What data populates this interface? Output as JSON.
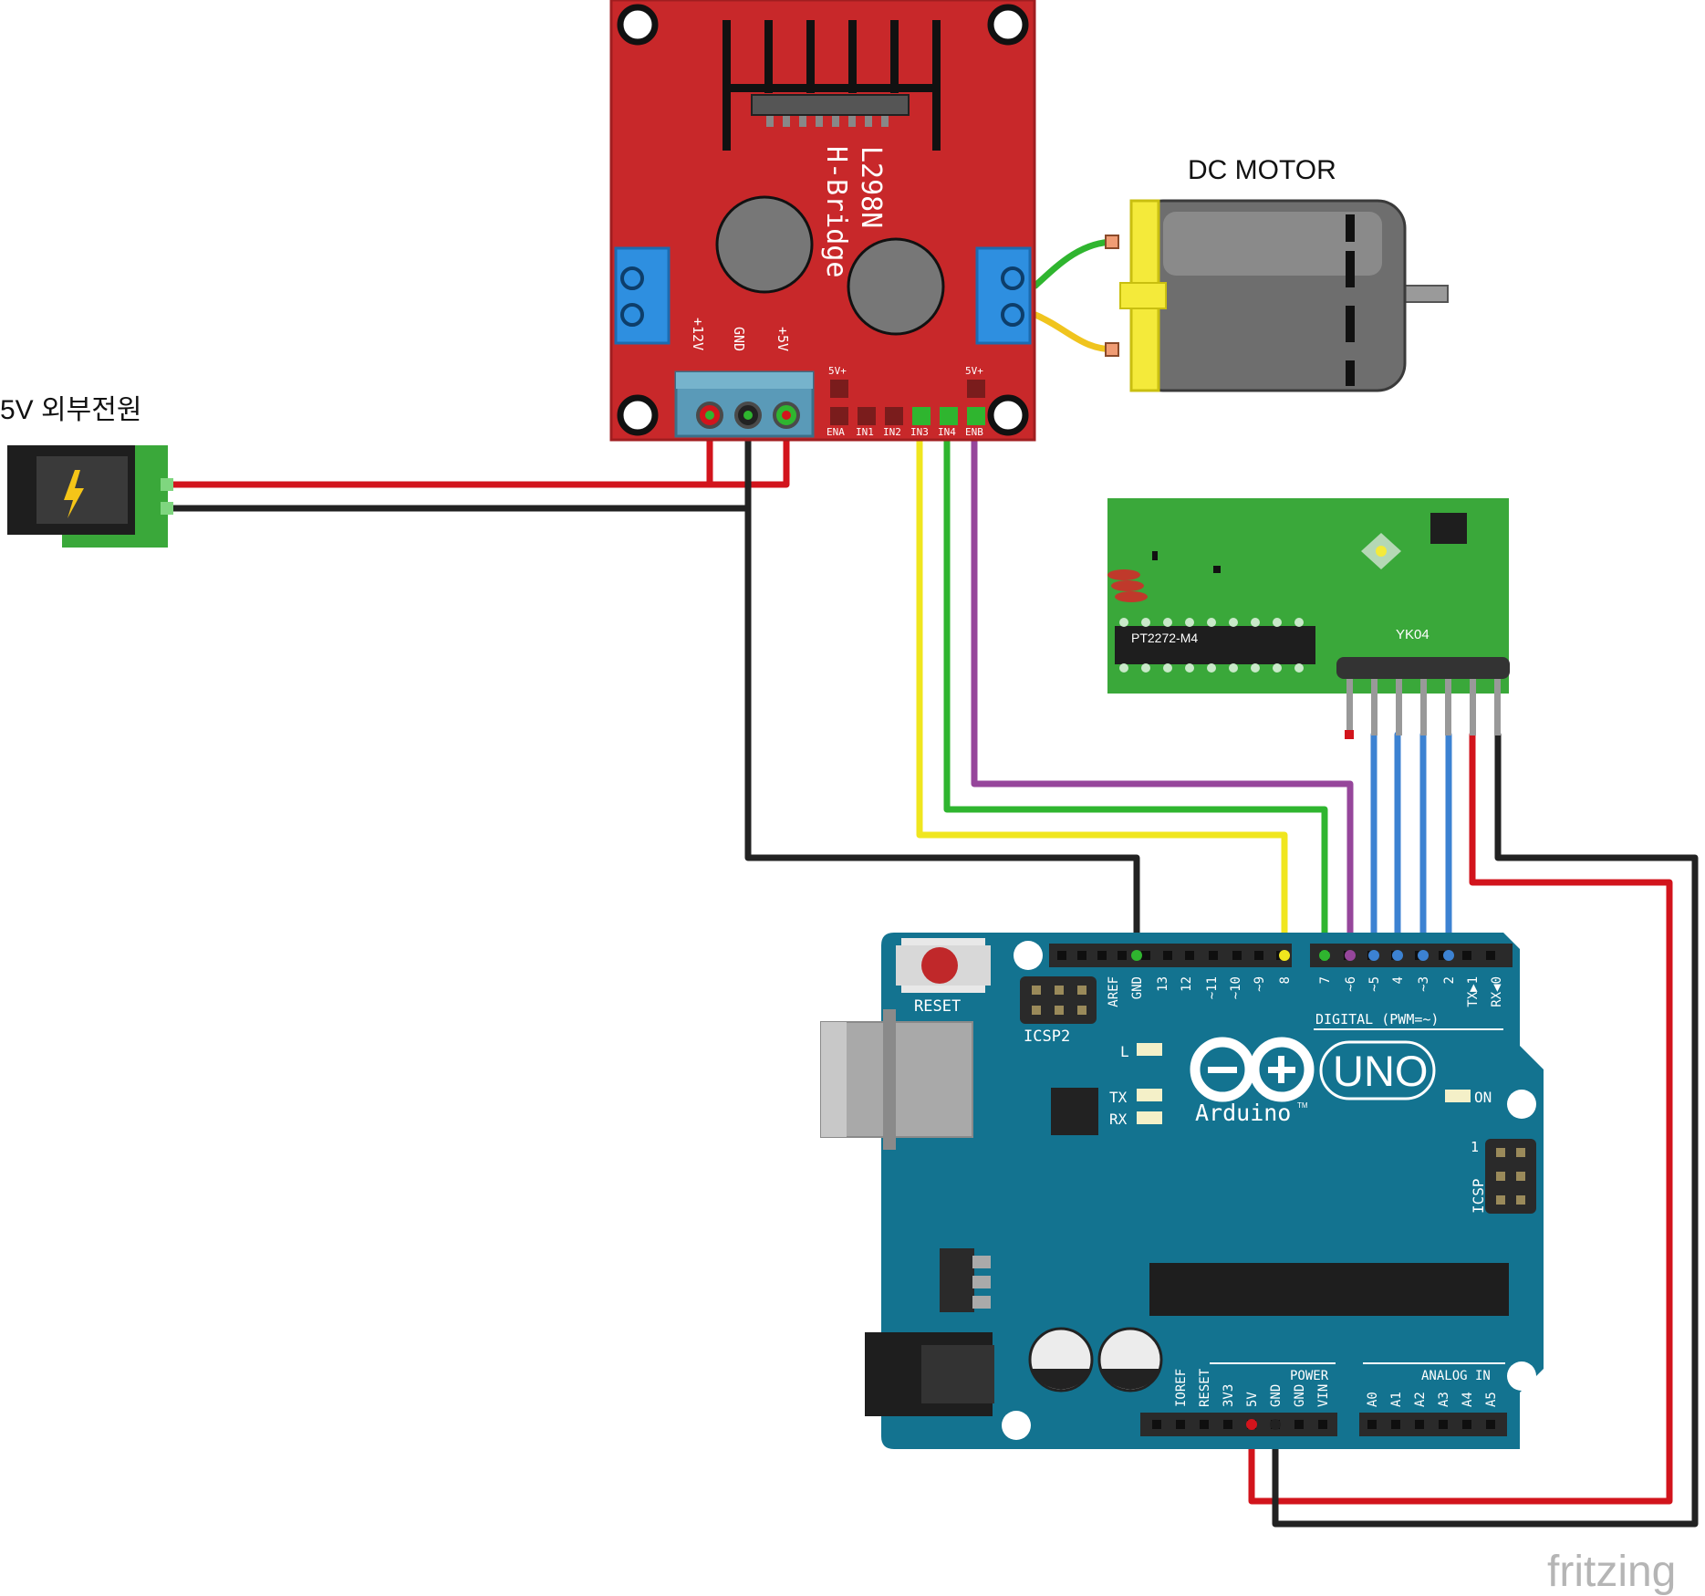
{
  "labels": {
    "power_source": "5V 외부전원",
    "motor": "DC MOTOR",
    "hbridge_model": "L298N",
    "hbridge_name": "H-Bridge",
    "hbridge_12v": "+12V",
    "hbridge_gnd": "GND",
    "hbridge_5v": "+5V",
    "hbridge_5v_left": "5V+",
    "hbridge_5v_right": "5V+",
    "hbridge_ena": "ENA",
    "hbridge_in1": "IN1",
    "hbridge_in2": "IN2",
    "hbridge_in3": "IN3",
    "hbridge_in4": "IN4",
    "hbridge_enb": "ENB",
    "receiver_chip": "PT2272-M4",
    "receiver_model": "YK04",
    "arduino_reset": "RESET",
    "arduino_icsp2": "ICSP2",
    "arduino_digital": "DIGITAL (PWM=~)",
    "arduino_l": "L",
    "arduino_tx": "TX",
    "arduino_rx": "RX",
    "arduino_on": "ON",
    "arduino_uno": "UNO",
    "arduino_brand": "Arduino",
    "arduino_tm": "TM",
    "arduino_icsp": "ICSP",
    "arduino_icsp_pin1": "1",
    "arduino_power": "POWER",
    "arduino_analog": "ANALOG IN",
    "fritzing": "fritzing"
  },
  "digital_pins": [
    "AREF",
    "GND",
    "13",
    "12",
    "~11",
    "~10",
    "~9",
    "8",
    "7",
    "~6",
    "~5",
    "4",
    "~3",
    "2",
    "TX▶1",
    "RX◀0"
  ],
  "power_pins": [
    "IOREF",
    "RESET",
    "3V3",
    "5V",
    "GND",
    "GND",
    "VIN"
  ],
  "analog_pins": [
    "A0",
    "A1",
    "A2",
    "A3",
    "A4",
    "A5"
  ],
  "colors": {
    "wire_red": "#d2141c",
    "wire_black": "#222222",
    "wire_yellow": "#f0e61e",
    "wire_green": "#2fb52f",
    "wire_purple": "#96469b",
    "wire_blue": "#3c82d2",
    "hbridge_board": "#c8282a",
    "arduino_board": "#137390",
    "receiver_board": "#3aa83a"
  }
}
